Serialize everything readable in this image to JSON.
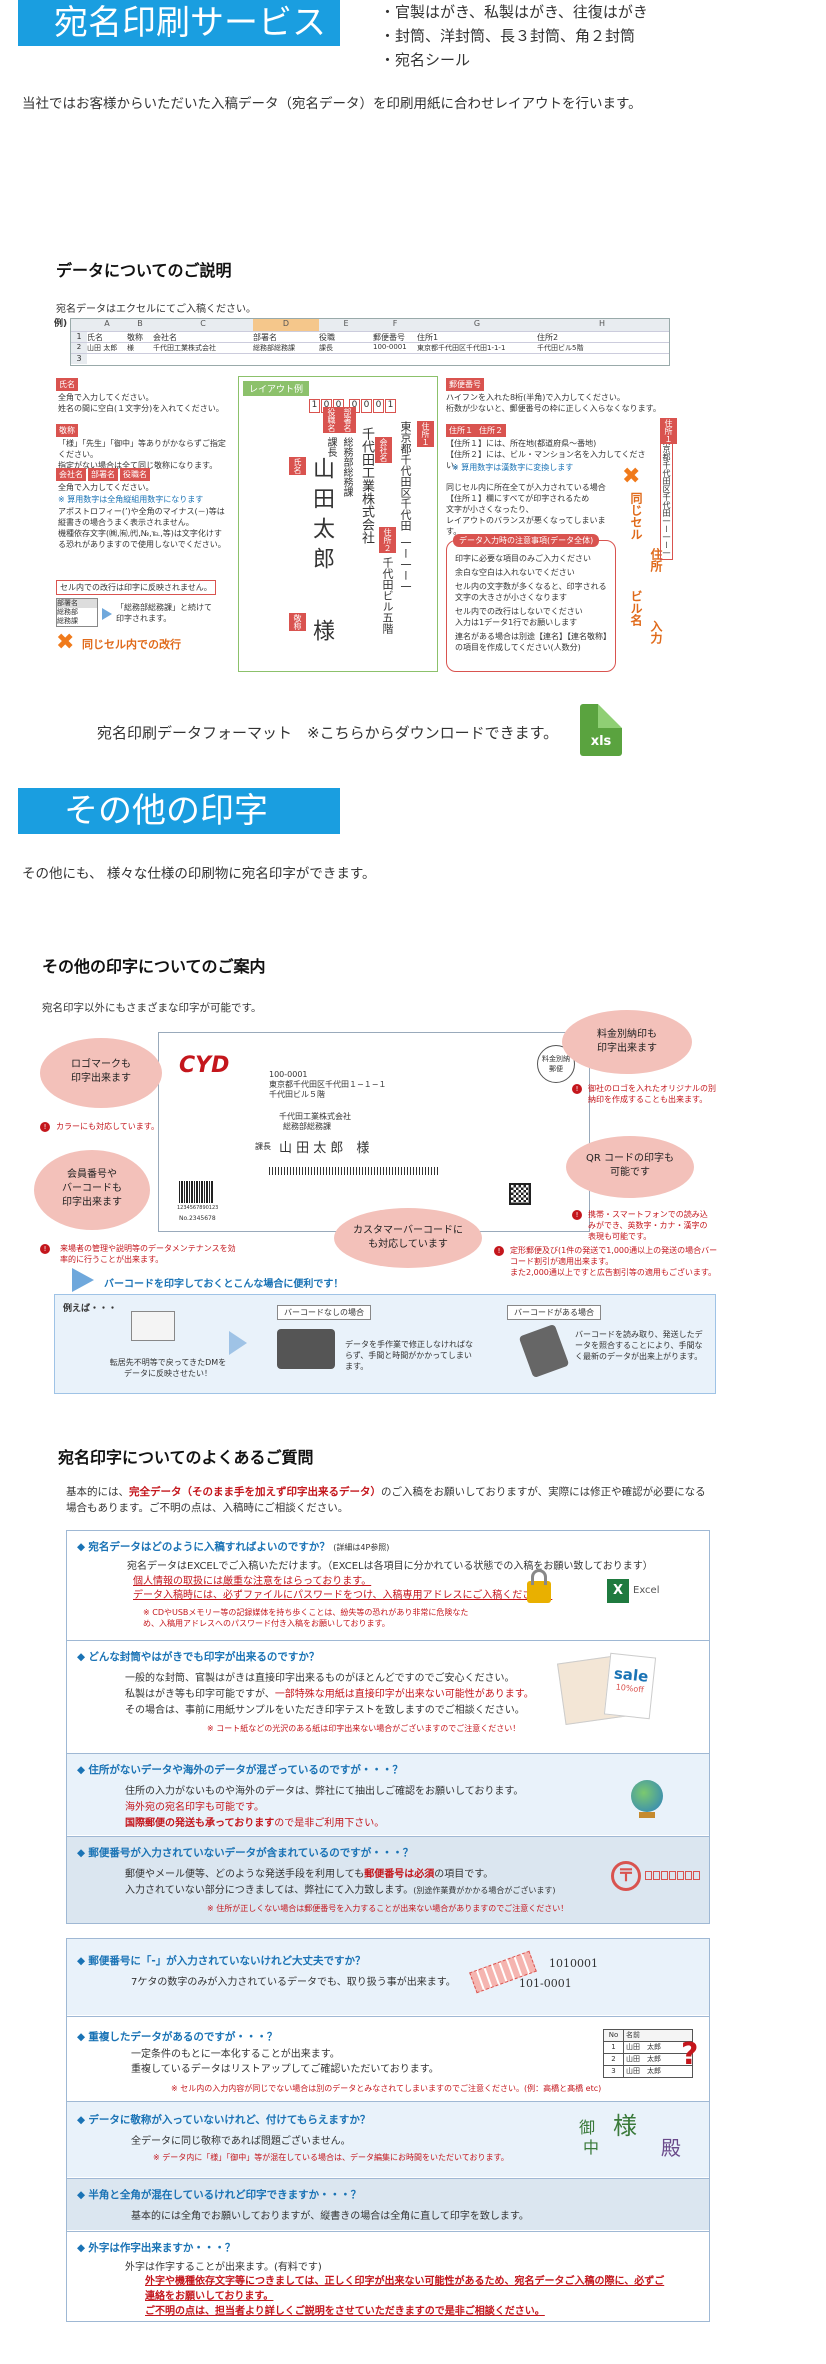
{
  "section1": {
    "title": "宛名印刷サービス",
    "bullets": [
      "・官製はがき、私製はがき、往復はがき",
      "・封筒、洋封筒、長３封筒、角２封筒",
      "・宛名シール"
    ],
    "intro": "当社ではお客様からいただいた入稿データ（宛名データ）を印刷用紙に合わせレイアウトを行います。"
  },
  "data_explain": {
    "heading": "データについてのご説明",
    "note": "宛名データはエクセルにてご入稿ください。",
    "example_label": "例)",
    "sheet_cols": [
      "A",
      "B",
      "C",
      "D",
      "E",
      "F",
      "G",
      "H"
    ],
    "sheet_header": [
      "氏名",
      "敬称",
      "会社名",
      "部署名",
      "役職",
      "郵便番号",
      "住所1",
      "住所2"
    ],
    "sheet_row": [
      "山田 太郎",
      "様",
      "千代田工業株式会社",
      "総務部総務課",
      "課長",
      "100-0001",
      "東京都千代田区千代田1-1-1",
      "千代田ビル5階"
    ],
    "row_nums": [
      "1",
      "2",
      "3"
    ],
    "left_tags": [
      "氏名",
      "敬称",
      "会社名",
      "部署名",
      "役職名"
    ],
    "name_text": "全角で入力してください。\n姓名の間に空白(１文字分)を入れてください。",
    "keisho_text": "「様」「先生」「御中」等ありがかならずご指定ください。\n指定がない場合は全て同じ敬称になります。",
    "company_text": "全角で入力してください。",
    "company_note": "※ 算用数字は全角縦組用数字になります",
    "company_text2": "アポストロフィー(’)や全角のマイナス(－)等は縦書きの場合うまく表示されません。\n機種依存文字(㈱,㈲,㈹,№,℡,等)は文字化けする恐れがありますので使用しないでください。",
    "same_cell_note": "セル内での改行は印字に反映されません。",
    "small_box_label": "部署名",
    "small_box_lines": [
      "総務部",
      "総務課"
    ],
    "arrow_text": "「総務部総務課」と続けて印字されます。",
    "kaigyo": "同じセル内での改行",
    "layout_label": "レイアウト例",
    "zip_digits": [
      "1",
      "0",
      "0",
      "0",
      "0",
      "0",
      "1"
    ],
    "v_address1": "東京都千代田区千代田",
    "v_address1_num": "一ー一ー一",
    "v_address2": "千代田ビル五階",
    "v_company": "千代田工業株式会社",
    "v_dept": "総務部総務課",
    "v_title": "課長",
    "v_name": "山田太郎",
    "v_keisho": "様",
    "lbl_name": "氏名",
    "lbl_keisho": "敬称",
    "lbl_company": "会社名",
    "lbl_dept": "部署名",
    "lbl_title": "役職名",
    "lbl_addr1": "住所１",
    "lbl_addr2": "住所２",
    "lbl_zip": "郵便番号",
    "zip_text": "ハイフンを入れた8桁(半角)で入力してください。\n桁数が少ないと、郵便番号の枠に正しく入らなくなります。",
    "addr_tags": [
      "住所１",
      "住所２"
    ],
    "addr_text": "【住所１】には、所在地(都道府県～番地)\n【住所２】には、ビル・マンション名を入力してください。",
    "addr_note": "※ 算用数字は漢数字に変換します",
    "addr_text2": "同じセル内に所在全てが入力されている場合\n【住所１】欄にすべてが印字されるため\n文字が小さくなったり、\nレイアウトのバランスが悪くなってしまいます。",
    "caution_title": "データ入力時の注意事項(データ全体)",
    "caution_items": [
      "印字に必要な項目のみご入力ください",
      "余白な空白は入れないでください",
      "セル内の文字数が多くなると、印字される文字の大きさが小さくなります",
      "セル内での改行はしないでください\n入力は1データ1行でお願いします",
      "連名がある場合は別途【連名】【連名敬称】の項目を作成してください(人数分)"
    ],
    "vert_right": "東京都千代田区千代田一ー一ー一",
    "vert_same": "同じセル",
    "vert_jusho": "住所",
    "vert_nyuryoku": "入力",
    "vert_biru": "ビル名",
    "download": "宛名印刷データフォーマット　※こちらからダウンロードできます。",
    "xls_icon": "xls"
  },
  "section2": {
    "title": "その他の印字",
    "intro": "その他にも、 様々な仕様の印刷物に宛名印字ができます。",
    "heading": "その他の印字についてのご案内",
    "sub": "宛名印字以外にもさまざまな印字が可能です。",
    "bubbles": [
      "ロゴマークも\n印字出来ます",
      "会員番号や\nバーコードも\n印字出来ます",
      "料金別納印も\n印字出来ます",
      "QR コードの印字も\n可能です",
      "カスタマーバーコードに\nも対応しています"
    ],
    "note_logo": "カラーにも対応しています。",
    "note_member": "来場者の管理や説明等のデータメンテナンスを効率的に行うことが出来ます。",
    "note_stamp": "御社のロゴを入れたオリジナルの別納印を作成することも出来ます。",
    "note_qr": "携帯・スマートフォンでの読み込みができ、英数字・カナ・漢字の表現も可能です。",
    "note_barcode": "定形郵便及び(1件の発送で1,000通以上の発送の場合バーコード割引が適用出来ます。\nまた2,000通以上ですと広告割引等の適用もございます。",
    "logo_text": "CYD",
    "env_zip": "100-0001",
    "env_addr1": "東京都千代田区千代田１−１−１",
    "env_addr2": "千代田ビル５階",
    "env_company": "千代田工業株式会社",
    "env_dept": "総務部総務課",
    "env_title": "課長",
    "env_name": "山 田 太 郎　様",
    "stamp_text": "料金別納\n郵便",
    "barcode_num": "1234567890123",
    "barcode_label": "No.2345678",
    "arrow_label": "バーコードを印字しておくとこんな場合に便利です！",
    "ex_label": "例えば・・・",
    "ex_left": "転居先不明等で戻ってきたDMを\nデータに反映させたい！",
    "ex_mid_tag": "バーコードなしの場合",
    "ex_mid": "データを手作業で修正しなければならず、手間と時間がかかってしまいます。",
    "ex_right_tag": "バーコードがある場合",
    "ex_right": "バーコードを読み取り、発送したデータを照合することにより、手間なく最新のデータが出来上がります。"
  },
  "faq": {
    "heading": "宛名印字についてのよくあるご質問",
    "intro_a": "基本的には、",
    "intro_red": "完全データ（そのまま手を加えず印字出来るデータ）",
    "intro_b": "のご入稿をお願いしておりますが、実際には修正や確認が必要になる場合もあります。ご不明の点は、入稿時にご相談ください。",
    "q1": "宛名データはどのように入稿すればよいのですか？",
    "q1_sub": "(詳細は4P参照)",
    "a1": "宛名データはEXCELでご入稿いただけます。（EXCELは各項目に分かれている状態での入稿をお願い致しております）",
    "a1_red": "個人情報の取扱には厳重な注意をはらっております。\nデータ入稿時には、必ずファイルにパスワードをつけ、入稿専用アドレスにご入稿ください。",
    "a1_note": "※ CDやUSBメモリー等の記録媒体を持ち歩くことは、紛失等の恐れがあり非常に危険なため、入稿用アドレスへのパスワード付き入稿をお願いしております。",
    "excel": "Excel",
    "q2": "どんな封筒やはがきでも印字が出来るのですか？",
    "a2": "一般的な封筒、官製はがきは直接印字出来るものがほとんどですのでご安心ください。",
    "a2b": "私製はがき等も印字可能ですが、",
    "a2_red": "一部特殊な用紙は直接印字が出来ない可能性があります。",
    "a2c": "その場合は、事前に用紙サンプルをいただき印字テストを致しますのでご相談ください。",
    "a2_note": "※ コート紙などの光沢のある紙は印字出来ない場合がございますのでご注意ください！",
    "sale": "sale",
    "sale_off": "10%off",
    "q3": "住所がないデータや海外のデータが混ざっているのですが・・・？",
    "a3": "住所の入力がないものや海外のデータは、弊社にて抽出しご確認をお願いしております。",
    "a3_red": "海外宛の宛名印字も可能です。",
    "a3_red2a": "国際郵便の発送も承っております",
    "a3_red2b": "ので是非ご利用下さい。",
    "q4": "郵便番号が入力されていないデータが含まれているのですが・・・？",
    "a4a": "郵便やメール便等、どのような発送手段を利用しても",
    "a4_red": "郵便番号は必須",
    "a4b": "の項目です。",
    "a4c": "入力されていない部分につきましては、弊社にて入力致します。",
    "a4_small": "(別途作業費がかかる場合がございます)",
    "a4_note": "※ 住所が正しくない場合は郵便番号を入力することが出来ない場合がありますのでご注意ください！",
    "q5": "郵便番号に「-」が入力されていないけれど大丈夫ですか？",
    "a5": "7ケタの数字のみが入力されているデータでも、取り扱う事が出来ます。",
    "zip_a": "1010001",
    "zip_b": "101-0001",
    "q6": "重複したデータがあるのですが・・・？",
    "a6": "一定条件のもとに一本化することが出来ます。\n重複しているデータはリストアップしてご確認いただいております。",
    "a6_note": "※ セル内の入力内容が同じでない場合は別のデータとみなされてしまいますのでご注意ください。(例：高橋と髙橋 etc)",
    "dup_head": [
      "No",
      "名前"
    ],
    "dup_rows": [
      [
        "1",
        "山田　太郎"
      ],
      [
        "2",
        "山田　太郎"
      ],
      [
        "3",
        "山田　太郎"
      ]
    ],
    "q7": "データに敬称が入っていないけれど、付けてもらえますか？",
    "a7": "全データに同じ敬称であれば問題ございません。",
    "a7_note": "※ データ内に「様」「御中」等が混在している場合は、データ編集にお時間をいただいております。",
    "keisho_glyphs": [
      "御",
      "中",
      "様",
      "殿"
    ],
    "q8": "半角と全角が混在しているけれど印字できますか・・・？",
    "a8": "基本的には全角でお願いしておりますが、縦書きの場合は全角に直して印字を致します。",
    "q9": "外字は作字出来ますか・・・？",
    "a9": "外字は作字することが出来ます。(有料です)",
    "a9_red": "外字や機種依存文字等につきましては、正しく印字が出来ない可能性があるため、宛名データご入稿の際に、必ずご連絡をお願いしております。\nご不明の点は、担当者より詳しくご説明をさせていただきますので是非ご相談ください。"
  }
}
